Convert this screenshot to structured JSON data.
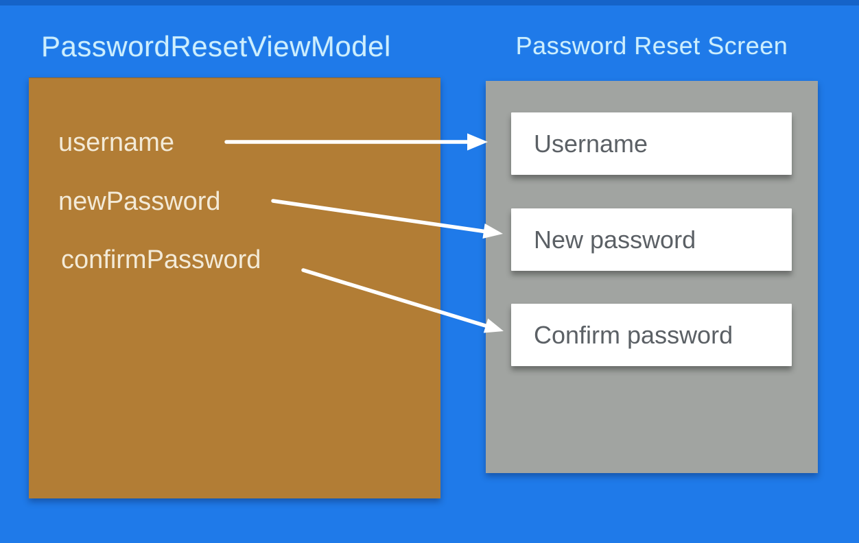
{
  "colors": {
    "background": "#1f7ae9",
    "top_strip": "#1563c8",
    "viewmodel_box": "#b27d35",
    "screen_box": "#a1a4a1",
    "title_text": "#cdeefd",
    "label_text": "#f3ead7",
    "field_bg": "#ffffff",
    "field_text": "#5b6065",
    "arrow": "#ffffff"
  },
  "viewmodel": {
    "title": "PasswordResetViewModel",
    "properties": [
      {
        "name": "username"
      },
      {
        "name": "newPassword"
      },
      {
        "name": "confirmPassword"
      }
    ]
  },
  "screen": {
    "title": "Password Reset Screen",
    "fields": [
      {
        "placeholder": "Username"
      },
      {
        "placeholder": "New password"
      },
      {
        "placeholder": "Confirm password"
      }
    ]
  },
  "bindings": [
    {
      "from": "username",
      "to": "Username"
    },
    {
      "from": "newPassword",
      "to": "New password"
    },
    {
      "from": "confirmPassword",
      "to": "Confirm password"
    }
  ]
}
